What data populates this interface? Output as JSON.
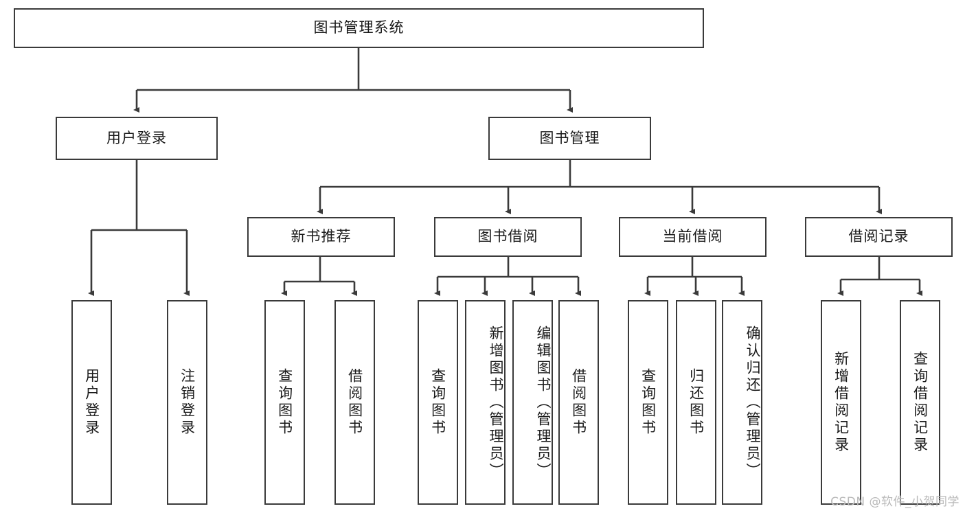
{
  "diagram": {
    "title": "图书管理系统",
    "type": "tree-hierarchy-diagram",
    "watermark": "CSDN @软件_小贺同学",
    "colors": {
      "box_border": "#3a3a3a",
      "box_fill": "#ffffff",
      "edge": "#3a3a3a",
      "text": "#1a1a1a",
      "watermark": "#b9b9b9"
    },
    "root": {
      "id": "root",
      "label": "图书管理系统"
    },
    "level2": [
      {
        "id": "user-login",
        "label": "用户登录"
      },
      {
        "id": "book-management",
        "label": "图书管理"
      }
    ],
    "level3": [
      {
        "id": "new-book-recommend",
        "label": "新书推荐",
        "parent": "book-management"
      },
      {
        "id": "book-borrow",
        "label": "图书借阅",
        "parent": "book-management"
      },
      {
        "id": "current-borrow",
        "label": "当前借阅",
        "parent": "book-management"
      },
      {
        "id": "borrow-record",
        "label": "借阅记录",
        "parent": "book-management"
      }
    ],
    "leaves": [
      {
        "id": "leaf-user-login",
        "label": "用户登录",
        "parent": "user-login"
      },
      {
        "id": "leaf-logout-login",
        "label": "注销登录",
        "parent": "user-login"
      },
      {
        "id": "leaf-query-book-1",
        "label": "查询图书",
        "parent": "new-book-recommend"
      },
      {
        "id": "leaf-borrow-book-1",
        "label": "借阅图书",
        "parent": "new-book-recommend"
      },
      {
        "id": "leaf-query-book-2",
        "label": "查询图书",
        "parent": "book-borrow"
      },
      {
        "id": "leaf-add-book",
        "label": "新增图书（管理员）",
        "parent": "book-borrow"
      },
      {
        "id": "leaf-edit-book",
        "label": "编辑图书（管理员）",
        "parent": "book-borrow"
      },
      {
        "id": "leaf-borrow-book-2",
        "label": "借阅图书",
        "parent": "book-borrow"
      },
      {
        "id": "leaf-query-book-3",
        "label": "查询图书",
        "parent": "current-borrow"
      },
      {
        "id": "leaf-return-book",
        "label": "归还图书",
        "parent": "current-borrow"
      },
      {
        "id": "leaf-confirm-return",
        "label": "确认归还（管理员）",
        "parent": "current-borrow"
      },
      {
        "id": "leaf-add-record",
        "label": "新增借阅记录",
        "parent": "borrow-record"
      },
      {
        "id": "leaf-query-record",
        "label": "查询借阅记录",
        "parent": "borrow-record"
      }
    ]
  }
}
